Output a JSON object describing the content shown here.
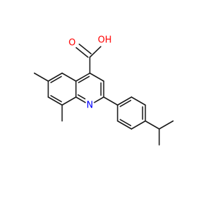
{
  "molecule": {
    "atom_labels": {
      "oxygen_carbonyl": "O",
      "hydroxyl": "OH",
      "nitrogen": "N"
    },
    "colors": {
      "bond": "#1a1a1a",
      "oxygen": "#ff0000",
      "nitrogen": "#0000ff"
    }
  }
}
